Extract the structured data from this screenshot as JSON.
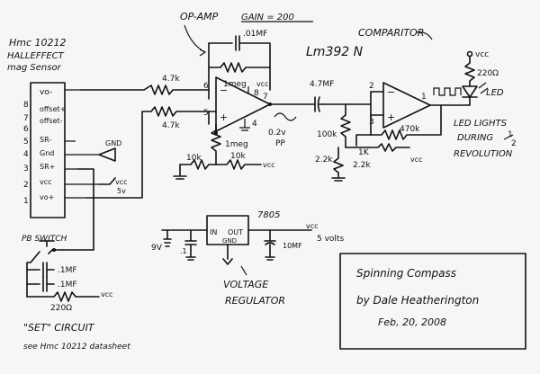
{
  "chip": {
    "part": "Hmc 10212",
    "line2": "HALLEFFECT",
    "line3": "mag Sensor",
    "pins": [
      {
        "num": "8",
        "label": "vo-"
      },
      {
        "num": "7",
        "label": "offset+"
      },
      {
        "num": "6",
        "label": "offset-"
      },
      {
        "num": "5",
        "label": "SR-"
      },
      {
        "num": "4",
        "label": "Gnd"
      },
      {
        "num": "3",
        "label": "SR+"
      },
      {
        "num": "2",
        "label": "vcc"
      },
      {
        "num": "1",
        "label": "vo+"
      }
    ]
  },
  "opamp": {
    "title": "OP-AMP",
    "gain": "GAIN = 200",
    "cap": ".01MF",
    "feedback_r": "1meg",
    "vcc": "vcc",
    "r_in1": "4.7k",
    "r_in2": "4.7k",
    "pin_minus": "6",
    "pin_plus": "5",
    "pin_out": "7",
    "pin_vcc": "8",
    "pin_gnd": "4",
    "r_bias": "1meg",
    "r_10k_a": "10k",
    "r_10k_b": "10k",
    "vcc2": "vcc",
    "gnd_label": "GND",
    "vcc_5v": "vcc",
    "five_v": "5v",
    "signal": "0.2v",
    "signal_pp": "PP"
  },
  "comparator": {
    "title": "COMPARITOR",
    "part": "Lm392 N",
    "coupling_cap": "4.7MF",
    "pin_in": "2",
    "pin_ref": "3",
    "pin_out": "1",
    "r_100k": "100k",
    "r_1k": "1K",
    "r_470k": "470k",
    "r_22k_a": "2.2k",
    "r_22k_b": "2.2k",
    "vcc": "vcc"
  },
  "led": {
    "vcc": "vcc",
    "resistor": "220Ω",
    "label": "LED",
    "note_line1": "LED LIGHTS",
    "note_line2": "DURING",
    "note_frac_top": "1",
    "note_frac_bottom": "2",
    "note_line3": "REVOLUTION"
  },
  "regulator": {
    "part": "7805",
    "in_label": "IN",
    "out_label": "OUT",
    "gnd_label": "GND",
    "vin": "9V",
    "c_in": ".1",
    "c_out": "10MF",
    "vcc": "vcc",
    "out_volts": "5 volts",
    "title_line1": "VOLTAGE",
    "title_line2": "REGULATOR"
  },
  "set_circuit": {
    "switch_label": "PB SWITCH",
    "c1": ".1MF",
    "c2": ".1MF",
    "r": "220Ω",
    "vcc": "vcc",
    "title": "\"SET\"  CIRCUIT",
    "note": "see Hmc 10212 datasheet"
  },
  "title_block": {
    "title": "Spinning Compass",
    "author": "by Dale Heatherington",
    "date": "Feb, 20, 2008"
  }
}
